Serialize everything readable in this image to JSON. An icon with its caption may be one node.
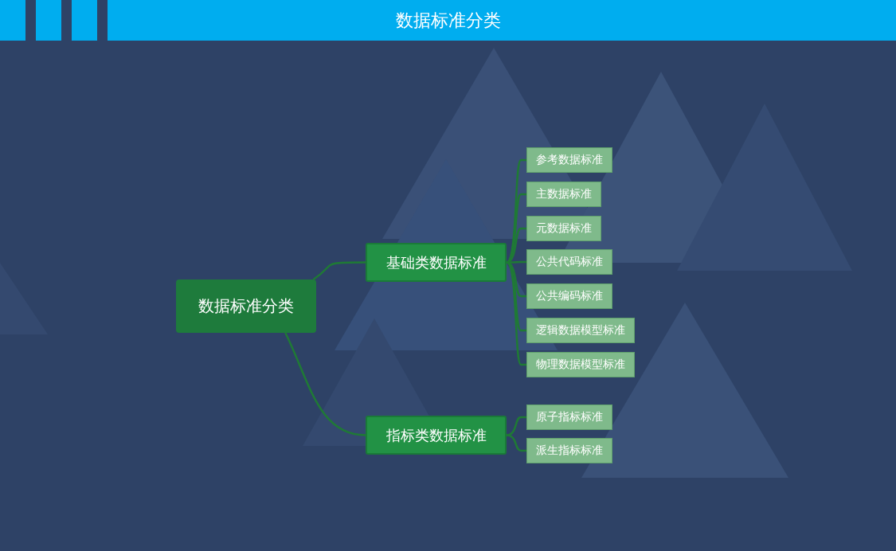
{
  "diagram": {
    "title": "数据标准分类",
    "nodes": [
      {
        "text": [
          "数据标准分类"
        ]
      },
      {
        "text": [
          "基础类数据标准"
        ]
      },
      {
        "text": [
          "指标类数据标准"
        ]
      },
      {
        "text": [
          "参考数据标准"
        ]
      },
      {
        "text": [
          "主数据标准"
        ]
      },
      {
        "text": [
          "元数据标准"
        ]
      },
      {
        "text": [
          "公共代码标准"
        ]
      },
      {
        "text": [
          "公共编码标准"
        ]
      },
      {
        "text": [
          "逻辑数据模型标准"
        ]
      },
      {
        "text": [
          "物理数据模型标准"
        ]
      },
      {
        "text": [
          "原子指标标准"
        ]
      },
      {
        "text": [
          "派生指标标准"
        ]
      }
    ],
    "edges": [
      {
        "from": 0,
        "to": 1,
        "arrow": "none"
      },
      {
        "from": 0,
        "to": 2,
        "arrow": "none"
      },
      {
        "from": 1,
        "to": 3,
        "arrow": "none"
      },
      {
        "from": 1,
        "to": 4,
        "arrow": "none"
      },
      {
        "from": 1,
        "to": 5,
        "arrow": "none"
      },
      {
        "from": 1,
        "to": 6,
        "arrow": "none"
      },
      {
        "from": 1,
        "to": 7,
        "arrow": "none"
      },
      {
        "from": 1,
        "to": 8,
        "arrow": "none"
      },
      {
        "from": 1,
        "to": 9,
        "arrow": "none"
      },
      {
        "from": 2,
        "to": 10,
        "arrow": "none"
      },
      {
        "from": 2,
        "to": 11,
        "arrow": "none"
      }
    ]
  }
}
